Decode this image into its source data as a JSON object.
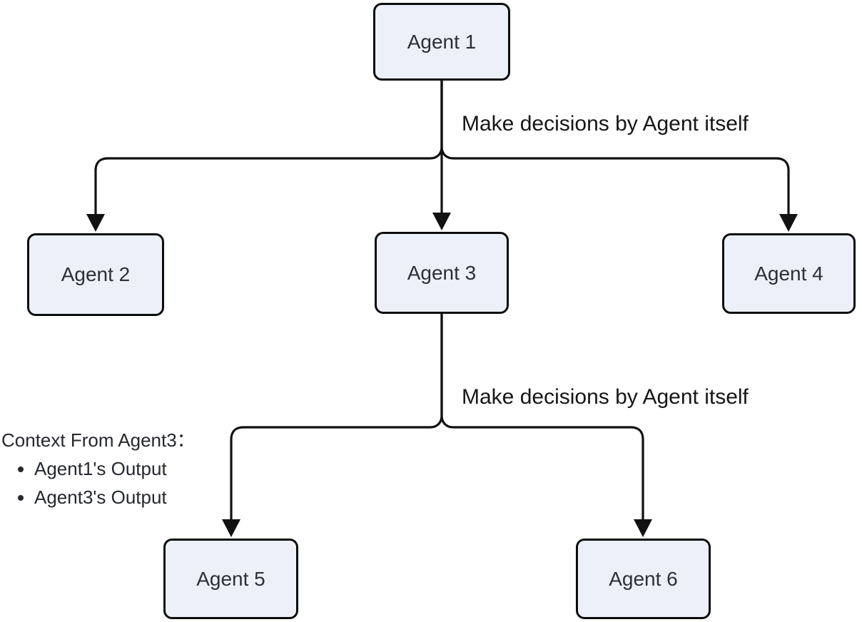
{
  "diagram": {
    "nodes": [
      {
        "id": "agent1",
        "label": "Agent 1"
      },
      {
        "id": "agent2",
        "label": "Agent 2"
      },
      {
        "id": "agent3",
        "label": "Agent 3"
      },
      {
        "id": "agent4",
        "label": "Agent 4"
      },
      {
        "id": "agent5",
        "label": "Agent 5"
      },
      {
        "id": "agent6",
        "label": "Agent 6"
      }
    ],
    "edge_labels": [
      {
        "id": "label-split-1",
        "text": "Make decisions by Agent itself"
      },
      {
        "id": "label-split-2",
        "text": "Make decisions by Agent itself"
      }
    ],
    "note": {
      "title": "Context From Agent3：",
      "items": [
        "Agent1's Output",
        "Agent3's Output"
      ]
    },
    "edges": [
      {
        "from": "agent1",
        "to": "agent2"
      },
      {
        "from": "agent1",
        "to": "agent3"
      },
      {
        "from": "agent1",
        "to": "agent4"
      },
      {
        "from": "agent3",
        "to": "agent5"
      },
      {
        "from": "agent3",
        "to": "agent6"
      }
    ],
    "colors": {
      "node_fill": "#ECF0F9",
      "node_border": "#0c0c0c",
      "node_text": "#2a2f3a",
      "edge_stroke": "#111111",
      "label_text": "#161616",
      "background": "#ffffff"
    }
  }
}
